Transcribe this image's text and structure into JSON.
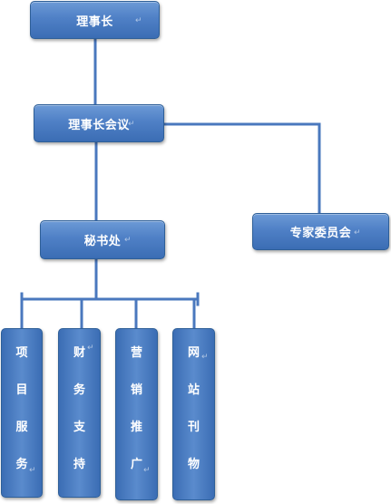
{
  "colors": {
    "node_fill": "#4f80c6",
    "node_border": "#2e5f98",
    "connector": "#4a78be",
    "text": "#ffffff"
  },
  "paragraph_mark": "↵",
  "nodes": {
    "director": {
      "label": "理事长"
    },
    "council": {
      "label": "理事长会议"
    },
    "expert_committee": {
      "label": "专家委员会"
    },
    "secretariat": {
      "label": "秘书处"
    },
    "departments": [
      {
        "chars": [
          "项",
          "目",
          "服",
          "务"
        ]
      },
      {
        "chars": [
          "财",
          "务",
          "支",
          "持"
        ]
      },
      {
        "chars": [
          "营",
          "销",
          "推",
          "广"
        ]
      },
      {
        "chars": [
          "网",
          "站",
          "刊",
          "物"
        ]
      }
    ]
  }
}
